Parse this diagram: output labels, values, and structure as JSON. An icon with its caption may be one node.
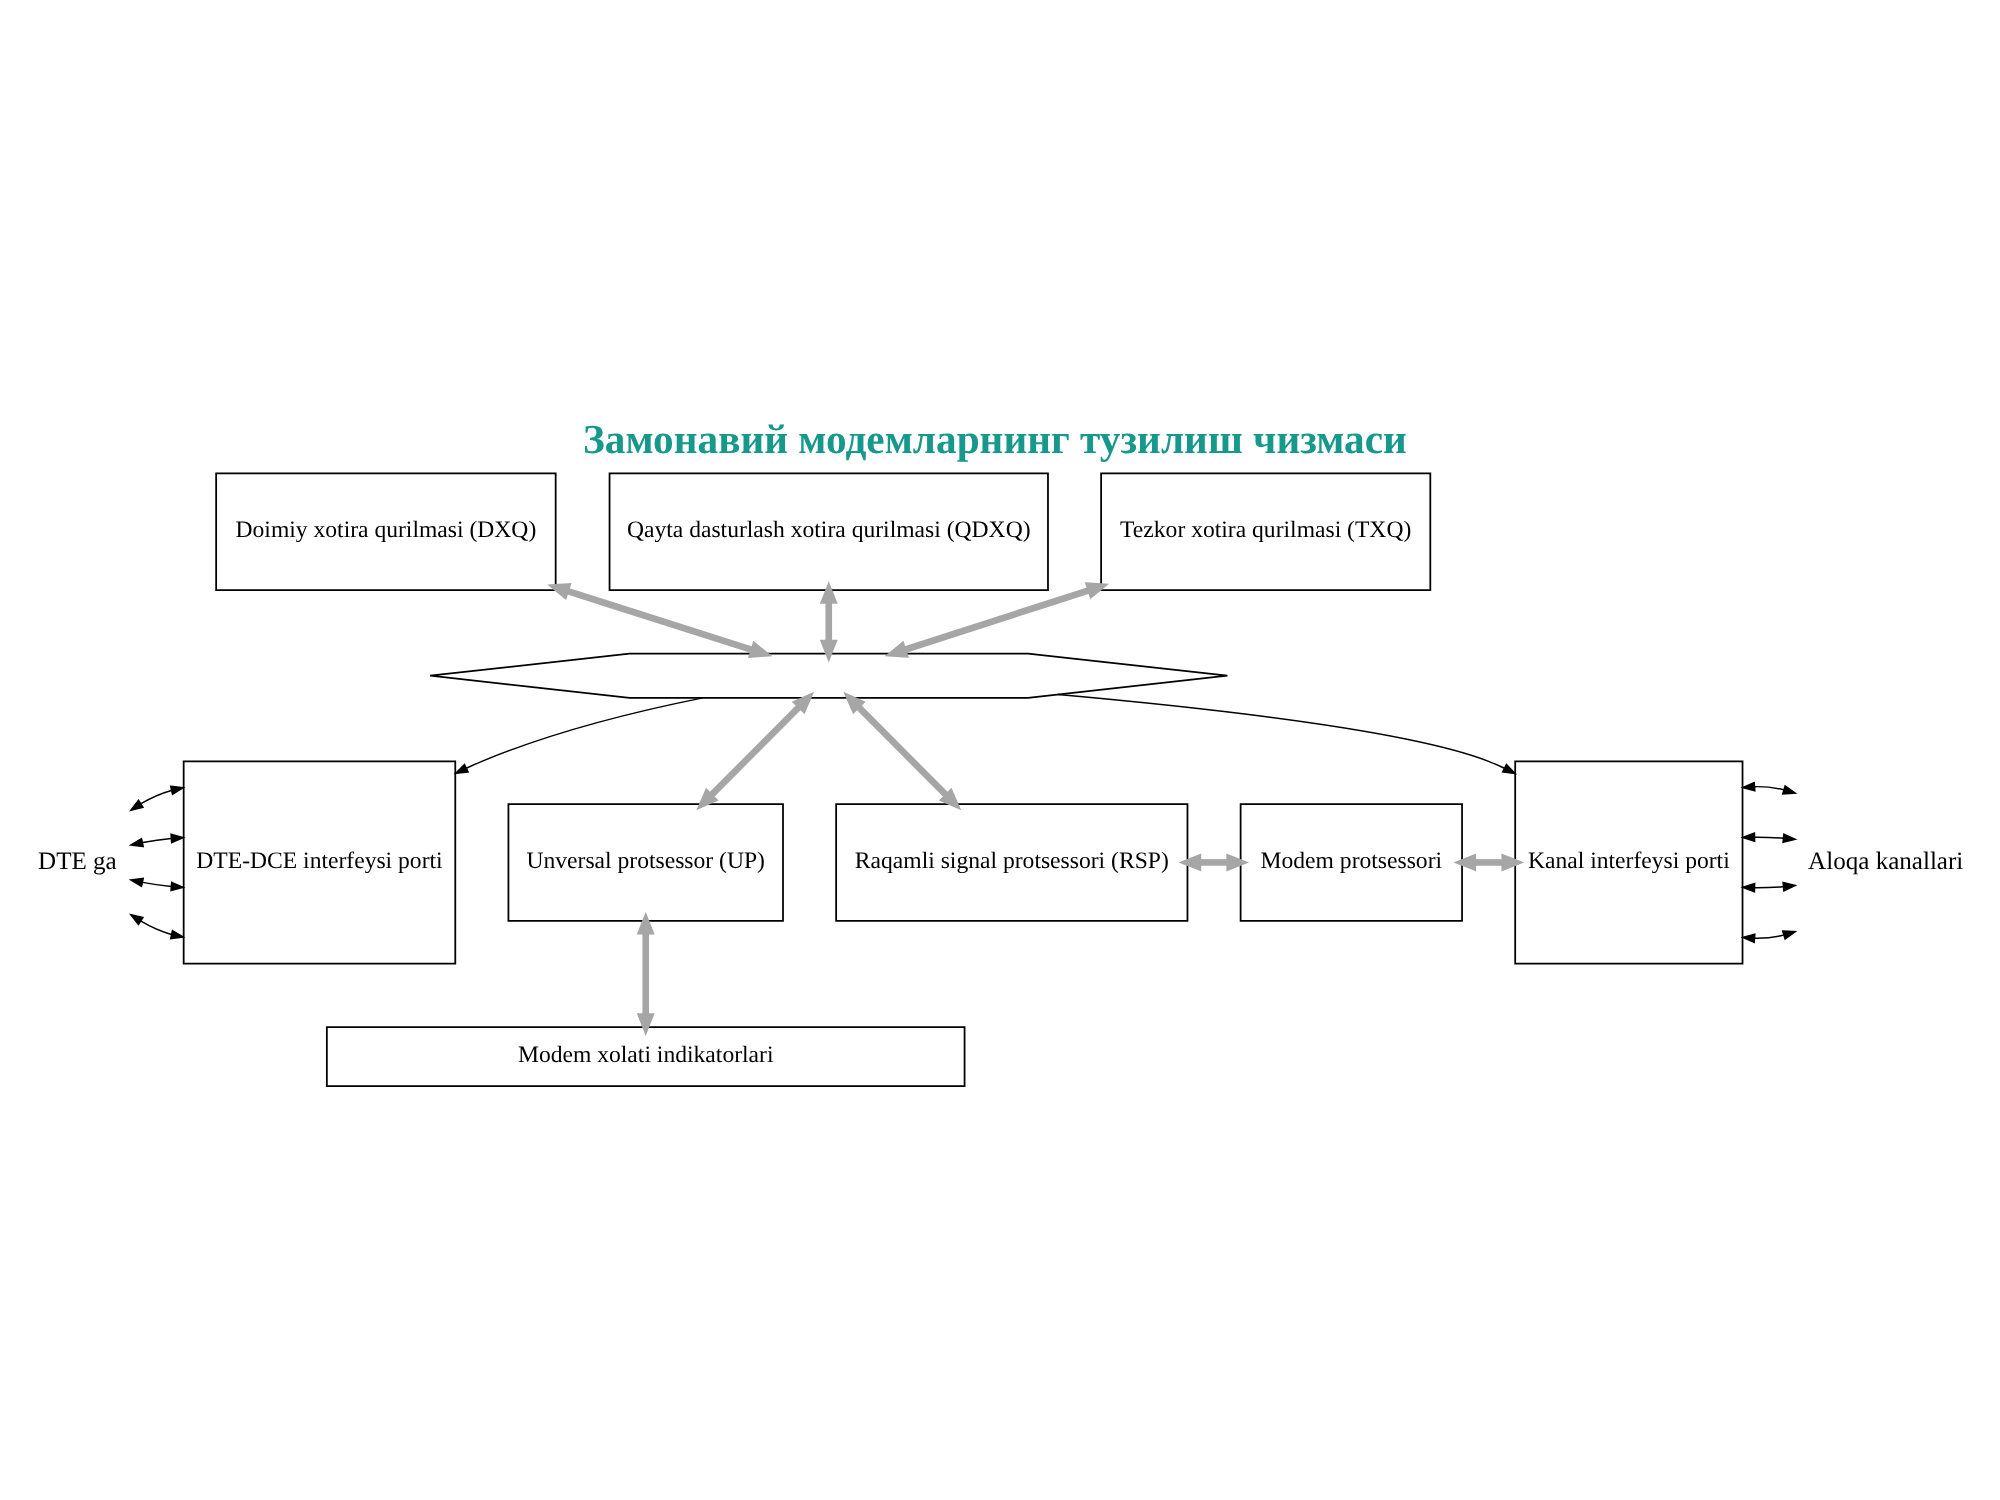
{
  "diagram": {
    "title": "Замонавий модемларнинг тузилиш чизмаси",
    "nodes": [
      {
        "text": [
          "DTE ga"
        ]
      },
      {
        "text": [
          "DTE-DCE interfeysi porti"
        ]
      },
      {
        "text": [
          "Doimiy xotira qurilmasi (DXQ)"
        ]
      },
      {
        "text": [
          "Qayta dasturlash xotira qurilmasi (QDXQ)"
        ]
      },
      {
        "text": [
          "Tezkor xotira qurilmasi (TXQ)"
        ]
      },
      {
        "text": [
          "Kanal interfeysi porti"
        ]
      },
      {
        "text": [
          "Aloqa kanallari"
        ]
      },
      {
        "text": [],
        "shape": "arrow"
      },
      {
        "text": [
          "Unversal protsessor (UP)"
        ]
      },
      {
        "text": [
          "Raqamli signal protsessori (RSP)"
        ]
      },
      {
        "text": [
          "Modem protsessori"
        ]
      },
      {
        "text": [
          "Modem xolati indikatorlari"
        ]
      }
    ],
    "edges": [
      {
        "from": 0,
        "to": 1,
        "arrow": "both"
      },
      {
        "from": 0,
        "to": 1,
        "arrow": "both"
      },
      {
        "from": 0,
        "to": 1,
        "arrow": "both"
      },
      {
        "from": 0,
        "to": 1,
        "arrow": "both"
      },
      {
        "from": 2,
        "to": 7,
        "arrow": "both",
        "style": "thick",
        "color": "#a6a6a6"
      },
      {
        "from": 3,
        "to": 7,
        "arrow": "both",
        "style": "thick",
        "color": "#a6a6a6"
      },
      {
        "from": 4,
        "to": 7,
        "arrow": "both",
        "style": "thick",
        "color": "#a6a6a6"
      },
      {
        "from": 7,
        "to": 1,
        "arrow": "to"
      },
      {
        "from": 7,
        "to": 8,
        "arrow": "both",
        "style": "thick",
        "color": "#a6a6a6"
      },
      {
        "from": 7,
        "to": 9,
        "arrow": "both",
        "style": "thick",
        "color": "#a6a6a6"
      },
      {
        "from": 9,
        "to": 10,
        "arrow": "both",
        "style": "thick",
        "color": "#a6a6a6"
      },
      {
        "from": 10,
        "to": 5,
        "arrow": "both",
        "style": "thick",
        "color": "#a6a6a6"
      },
      {
        "from": 7,
        "to": 5,
        "arrow": "to"
      },
      {
        "from": 5,
        "to": 6,
        "arrow": "both"
      },
      {
        "from": 5,
        "to": 6,
        "arrow": "both"
      },
      {
        "from": 5,
        "to": 6,
        "arrow": "both"
      },
      {
        "from": 5,
        "to": 6,
        "arrow": "both"
      },
      {
        "from": 8,
        "to": 11,
        "arrow": "both",
        "style": "thick",
        "color": "#a6a6a6"
      }
    ]
  }
}
